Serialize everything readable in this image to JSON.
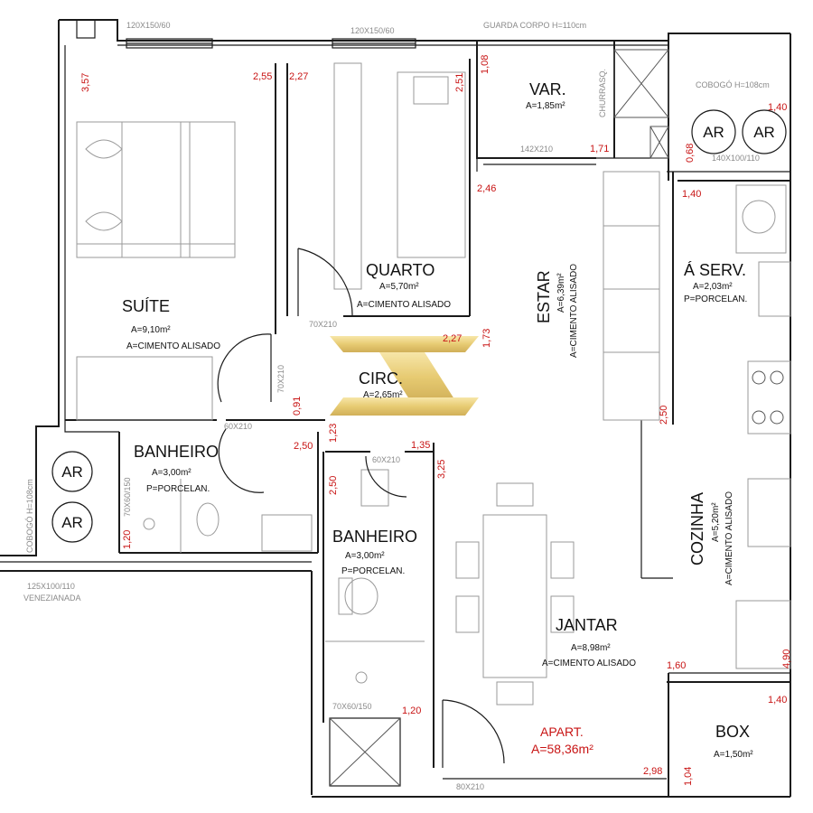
{
  "rooms": {
    "suite": {
      "name": "SUÍTE",
      "area": "A=9,10m²",
      "floor": "A=CIMENTO ALISADO"
    },
    "quarto": {
      "name": "QUARTO",
      "area": "A=5,70m²",
      "floor": "A=CIMENTO ALISADO"
    },
    "var": {
      "name": "VAR.",
      "area": "A=1,85m²"
    },
    "estar": {
      "name": "ESTAR",
      "area": "A=6,39m²",
      "floor": "A=CIMENTO ALISADO"
    },
    "aserv": {
      "name": "Á SERV.",
      "area": "A=2,03m²",
      "floor": "P=PORCELAN."
    },
    "circ": {
      "name": "CIRC.",
      "area": "A=2,65m²"
    },
    "banheiro1": {
      "name": "BANHEIRO",
      "area": "A=3,00m²",
      "floor": "P=PORCELAN."
    },
    "banheiro2": {
      "name": "BANHEIRO",
      "area": "A=3,00m²",
      "floor": "P=PORCELAN."
    },
    "cozinha": {
      "name": "COZINHA",
      "area": "A=5,20m²",
      "floor": "A=CIMENTO ALISADO"
    },
    "jantar": {
      "name": "JANTAR",
      "area": "A=8,98m²",
      "floor": "A=CIMENTO ALISADO"
    },
    "box": {
      "name": "BOX",
      "area": "A=1,50m²"
    }
  },
  "apartment": {
    "label": "APART.",
    "area": "A=58,36m²"
  },
  "ar_label": "AR",
  "notes": {
    "win_suite": "120X150/60",
    "win_quarto": "120X150/60",
    "guarda_corpo": "GUARDA CORPO H=110cm",
    "cobogo_right": "COBOGÓ H=108cm",
    "cobogo_left": "COBOGÓ H=108cm",
    "churrasq": "CHURRASQ.",
    "door_var": "142X210",
    "win_aserv": "140X100/110",
    "door_quarto": "70X210",
    "door_suite": "70X210",
    "door_banh1": "60X210",
    "door_banh2": "60X210",
    "win_banh1": "70X60/150",
    "win_banh2": "70X60/150",
    "door_entry": "80X210",
    "win_left": "125X100/110",
    "venezianada": "VENEZIANADA"
  },
  "dims": {
    "d357": "3,57",
    "d255": "2,55",
    "d227a": "2,27",
    "d251": "2,51",
    "d108": "1,08",
    "d171": "1,71",
    "d140a": "1,40",
    "d068": "0,68",
    "d140b": "1,40",
    "d246": "2,46",
    "d173": "1,73",
    "d227b": "2,27",
    "d091": "0,91",
    "d123": "1,23",
    "d250a": "2,50",
    "d135": "1,35",
    "d325": "3,25",
    "d250b": "2,50",
    "d250c": "2,50",
    "d120a": "1,20",
    "d120b": "1,20",
    "d160": "1,60",
    "d490": "4,90",
    "d140c": "1,40",
    "d298": "2,98",
    "d104": "1,04"
  },
  "colors": {
    "dimension": "#c81414",
    "wall": "#1a1a1a",
    "logo_gold": "#e3c25a"
  }
}
